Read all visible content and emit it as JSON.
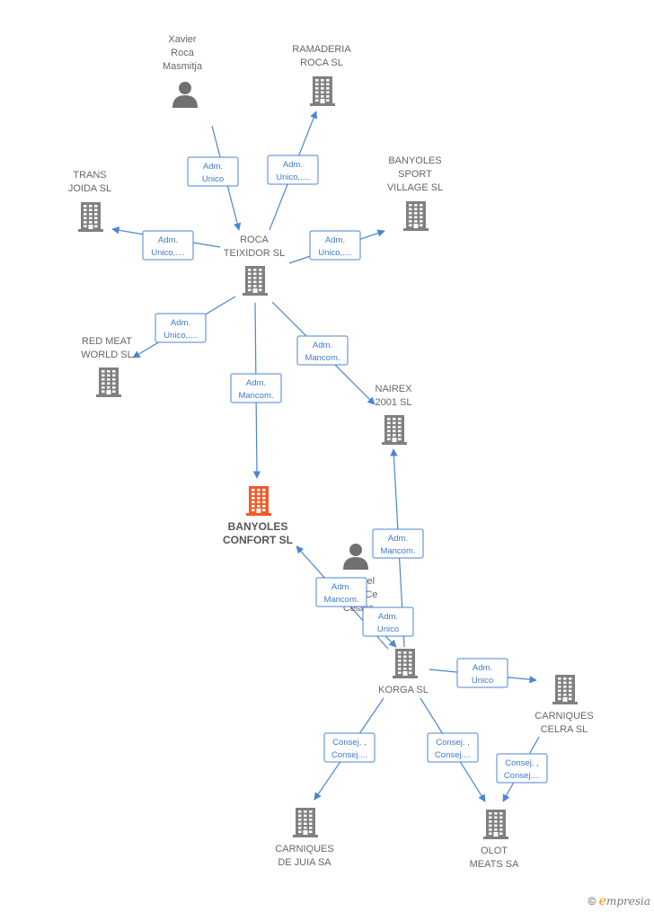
{
  "colors": {
    "edge": "#4a86d0",
    "company": "#808080",
    "focus": "#f05a28",
    "person": "#707070"
  },
  "nodes": [
    {
      "id": "xavier",
      "kind": "person",
      "lines": [
        "Xavier",
        "Roca",
        "Masmitja"
      ]
    },
    {
      "id": "ramaderia",
      "kind": "company",
      "lines": [
        "RAMADERIA",
        "ROCA SL"
      ]
    },
    {
      "id": "trans",
      "kind": "company",
      "lines": [
        "TRANS",
        "JOIDA  SL"
      ]
    },
    {
      "id": "banyoles_sport",
      "kind": "company",
      "lines": [
        "BANYOLES",
        "SPORT",
        "VILLAGE  SL"
      ]
    },
    {
      "id": "roca",
      "kind": "company",
      "lines": [
        "ROCA",
        "TEIXIDOR SL"
      ]
    },
    {
      "id": "redmeat",
      "kind": "company",
      "lines": [
        "RED MEAT",
        "WORLD  SL"
      ]
    },
    {
      "id": "nairex",
      "kind": "company",
      "lines": [
        "NAIREX",
        "2001  SL"
      ]
    },
    {
      "id": "banyoles_confort",
      "kind": "focus",
      "lines": [
        "BANYOLES",
        "CONFORT  SL"
      ]
    },
    {
      "id": "manuel",
      "kind": "person",
      "lines": [
        "Manuel",
        "Roca Ce",
        "Celaya"
      ]
    },
    {
      "id": "korga",
      "kind": "company",
      "lines": [
        "KORGA SL"
      ]
    },
    {
      "id": "carniques_celra",
      "kind": "company",
      "lines": [
        "CARNIQUES",
        "CELRA SL"
      ]
    },
    {
      "id": "carniques_juia",
      "kind": "company",
      "lines": [
        "CARNIQUES",
        "DE JUIA SA"
      ]
    },
    {
      "id": "olot",
      "kind": "company",
      "lines": [
        "OLOT",
        "MEATS SA"
      ]
    }
  ],
  "edges": [
    {
      "from": "xavier",
      "to": "roca",
      "label": [
        "Adm.",
        "Unico"
      ]
    },
    {
      "from": "roca",
      "to": "ramaderia",
      "label": [
        "Adm.",
        "Unico,...."
      ]
    },
    {
      "from": "roca",
      "to": "trans",
      "label": [
        "Adm.",
        "Unico,...."
      ]
    },
    {
      "from": "roca",
      "to": "banyoles_sport",
      "label": [
        "Adm.",
        "Unico,...."
      ]
    },
    {
      "from": "roca",
      "to": "redmeat",
      "label": [
        "Adm.",
        "Unico,...."
      ]
    },
    {
      "from": "roca",
      "to": "banyoles_confort",
      "label": [
        "Adm.",
        "Mancom."
      ]
    },
    {
      "from": "roca",
      "to": "nairex",
      "label": [
        "Adm.",
        "Mancom."
      ]
    },
    {
      "from": "korga",
      "to": "nairex",
      "label": [
        "Adm.",
        "Mancom."
      ]
    },
    {
      "from": "korga",
      "to": "banyoles_confort",
      "label": [
        "Adm.",
        "Mancom."
      ]
    },
    {
      "from": "manuel",
      "to": "korga",
      "label": [
        "Adm.",
        "Unico"
      ]
    },
    {
      "from": "korga",
      "to": "carniques_celra",
      "label": [
        "Adm.",
        "Unico"
      ]
    },
    {
      "from": "korga",
      "to": "carniques_juia",
      "label": [
        "Consej. ,",
        "Consej...."
      ]
    },
    {
      "from": "korga",
      "to": "olot",
      "label": [
        "Consej. ,",
        "Consej...."
      ]
    },
    {
      "from": "carniques_celra",
      "to": "olot",
      "label": [
        "Consej. ,",
        "Consej...."
      ]
    }
  ],
  "footer": {
    "copyright": "©",
    "brand_initial": "e",
    "brand_rest": "mpresia"
  }
}
